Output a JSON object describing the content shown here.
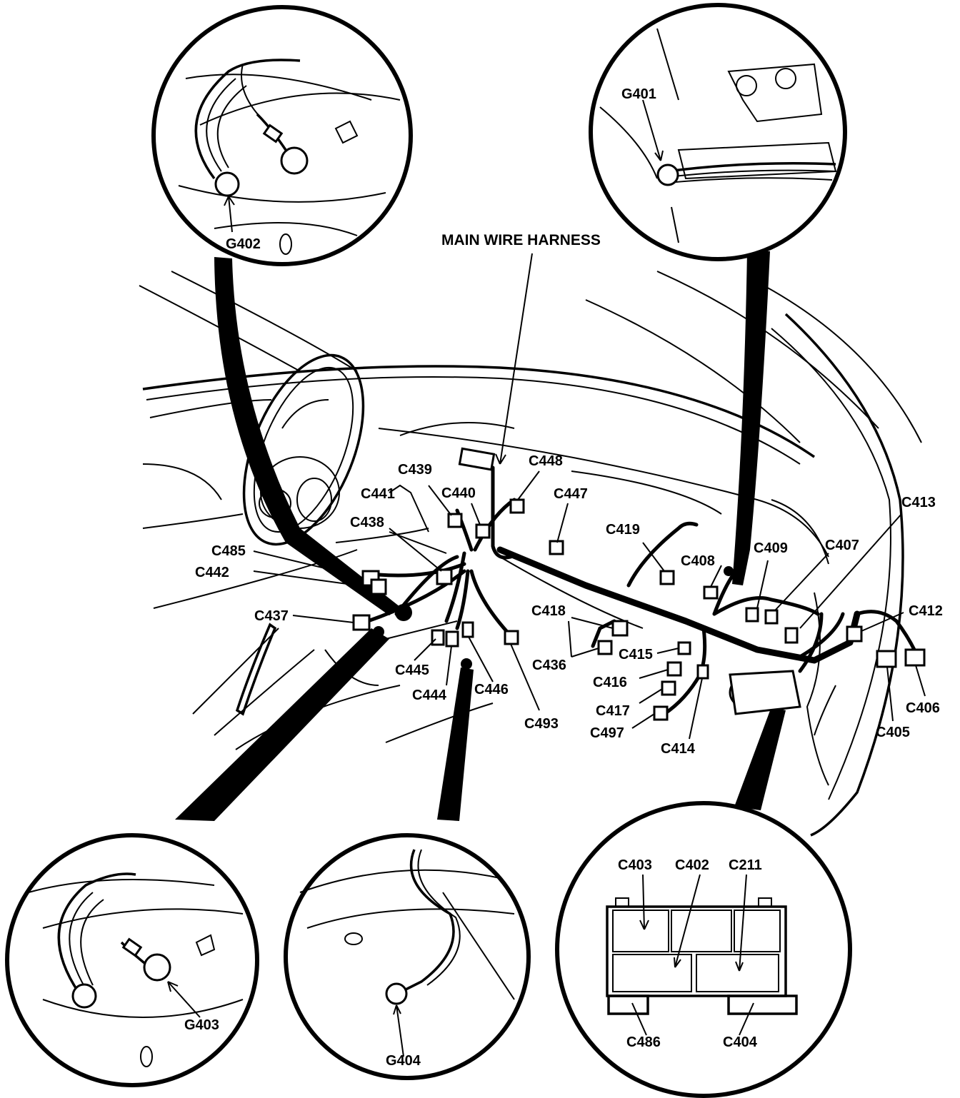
{
  "title": "MAIN WIRE HARNESS",
  "insets": {
    "top_left": {
      "ground": "G402"
    },
    "top_right": {
      "ground": "G401"
    },
    "bottom_left": {
      "ground": "G403"
    },
    "bottom_middle": {
      "ground": "G404"
    },
    "bottom_right": {
      "connectors": [
        "C403",
        "C402",
        "C211",
        "C486",
        "C404"
      ]
    }
  },
  "connectors": [
    "C448",
    "C439",
    "C440",
    "C447",
    "C441",
    "C438",
    "C419",
    "C413",
    "C485",
    "C442",
    "C408",
    "C409",
    "C407",
    "C437",
    "C418",
    "C412",
    "C415",
    "C445",
    "C436",
    "C444",
    "C446",
    "C416",
    "C417",
    "C497",
    "C493",
    "C414",
    "C406",
    "C405"
  ]
}
